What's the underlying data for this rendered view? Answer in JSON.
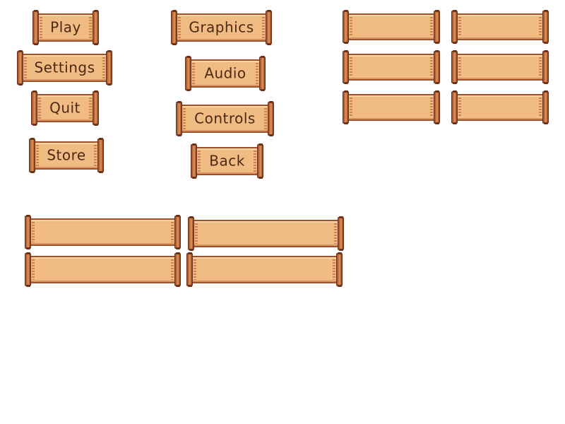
{
  "theme": {
    "paper": "#f1bb84",
    "edge": "#a0502b",
    "roll": "#c77743",
    "text": "#4b2a12"
  },
  "menus": {
    "main": {
      "play": "Play",
      "settings": "Settings",
      "quit": "Quit",
      "store": "Store"
    },
    "settings": {
      "graphics": "Graphics",
      "audio": "Audio",
      "controls": "Controls",
      "back": "Back"
    }
  }
}
